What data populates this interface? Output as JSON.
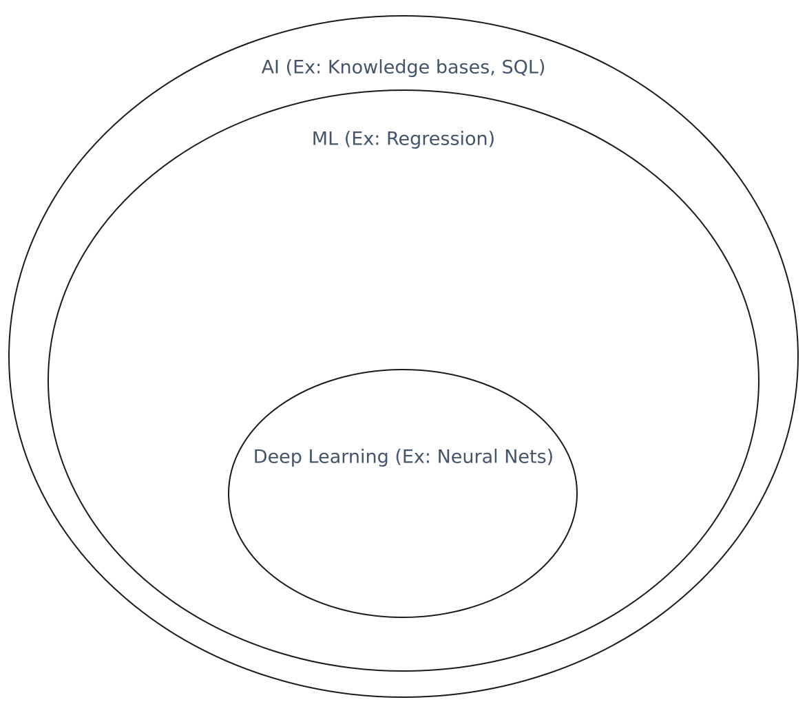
{
  "diagram": {
    "type": "nested-sets",
    "sets": [
      {
        "id": "ai",
        "label": "AI (Ex: Knowledge bases, SQL)"
      },
      {
        "id": "ml",
        "label": "ML (Ex: Regression)"
      },
      {
        "id": "dl",
        "label": "Deep Learning (Ex: Neural Nets)"
      }
    ],
    "nesting": [
      "ai",
      "ml",
      "dl"
    ],
    "colors": {
      "stroke": "#1a1a1a",
      "text": "#44546a",
      "background": "#ffffff"
    }
  }
}
